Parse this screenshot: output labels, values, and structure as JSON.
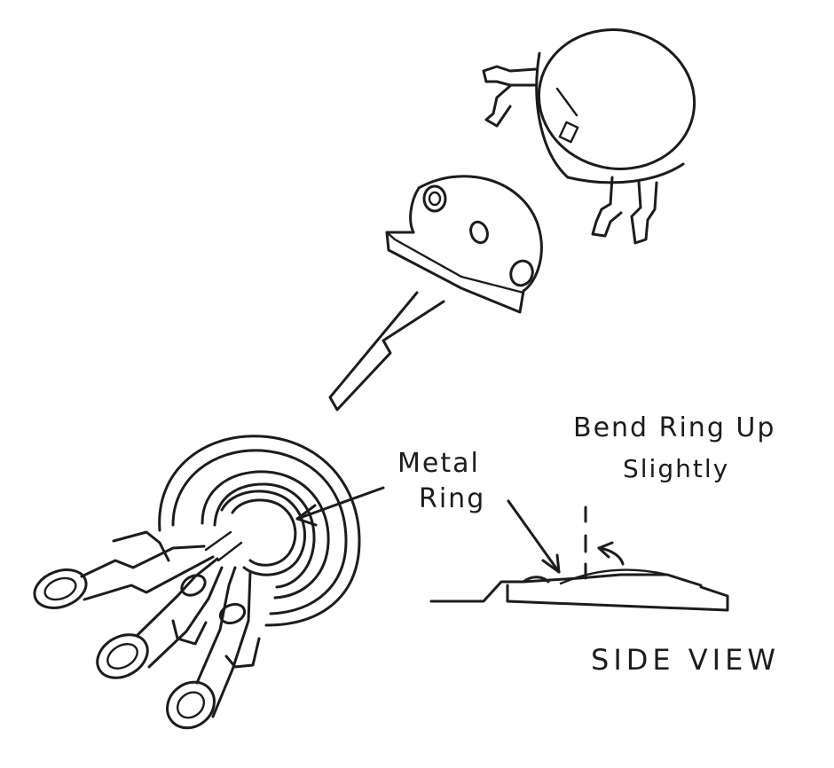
{
  "labels": {
    "metal_ring_line1": "Metal",
    "metal_ring_line2": "Ring",
    "bend_line1": "Bend Ring Up",
    "bend_line2": "Slightly",
    "side_view": "SIDE VIEW"
  },
  "colors": {
    "ink": "#1c1c1c",
    "paper": "#ffffff"
  }
}
